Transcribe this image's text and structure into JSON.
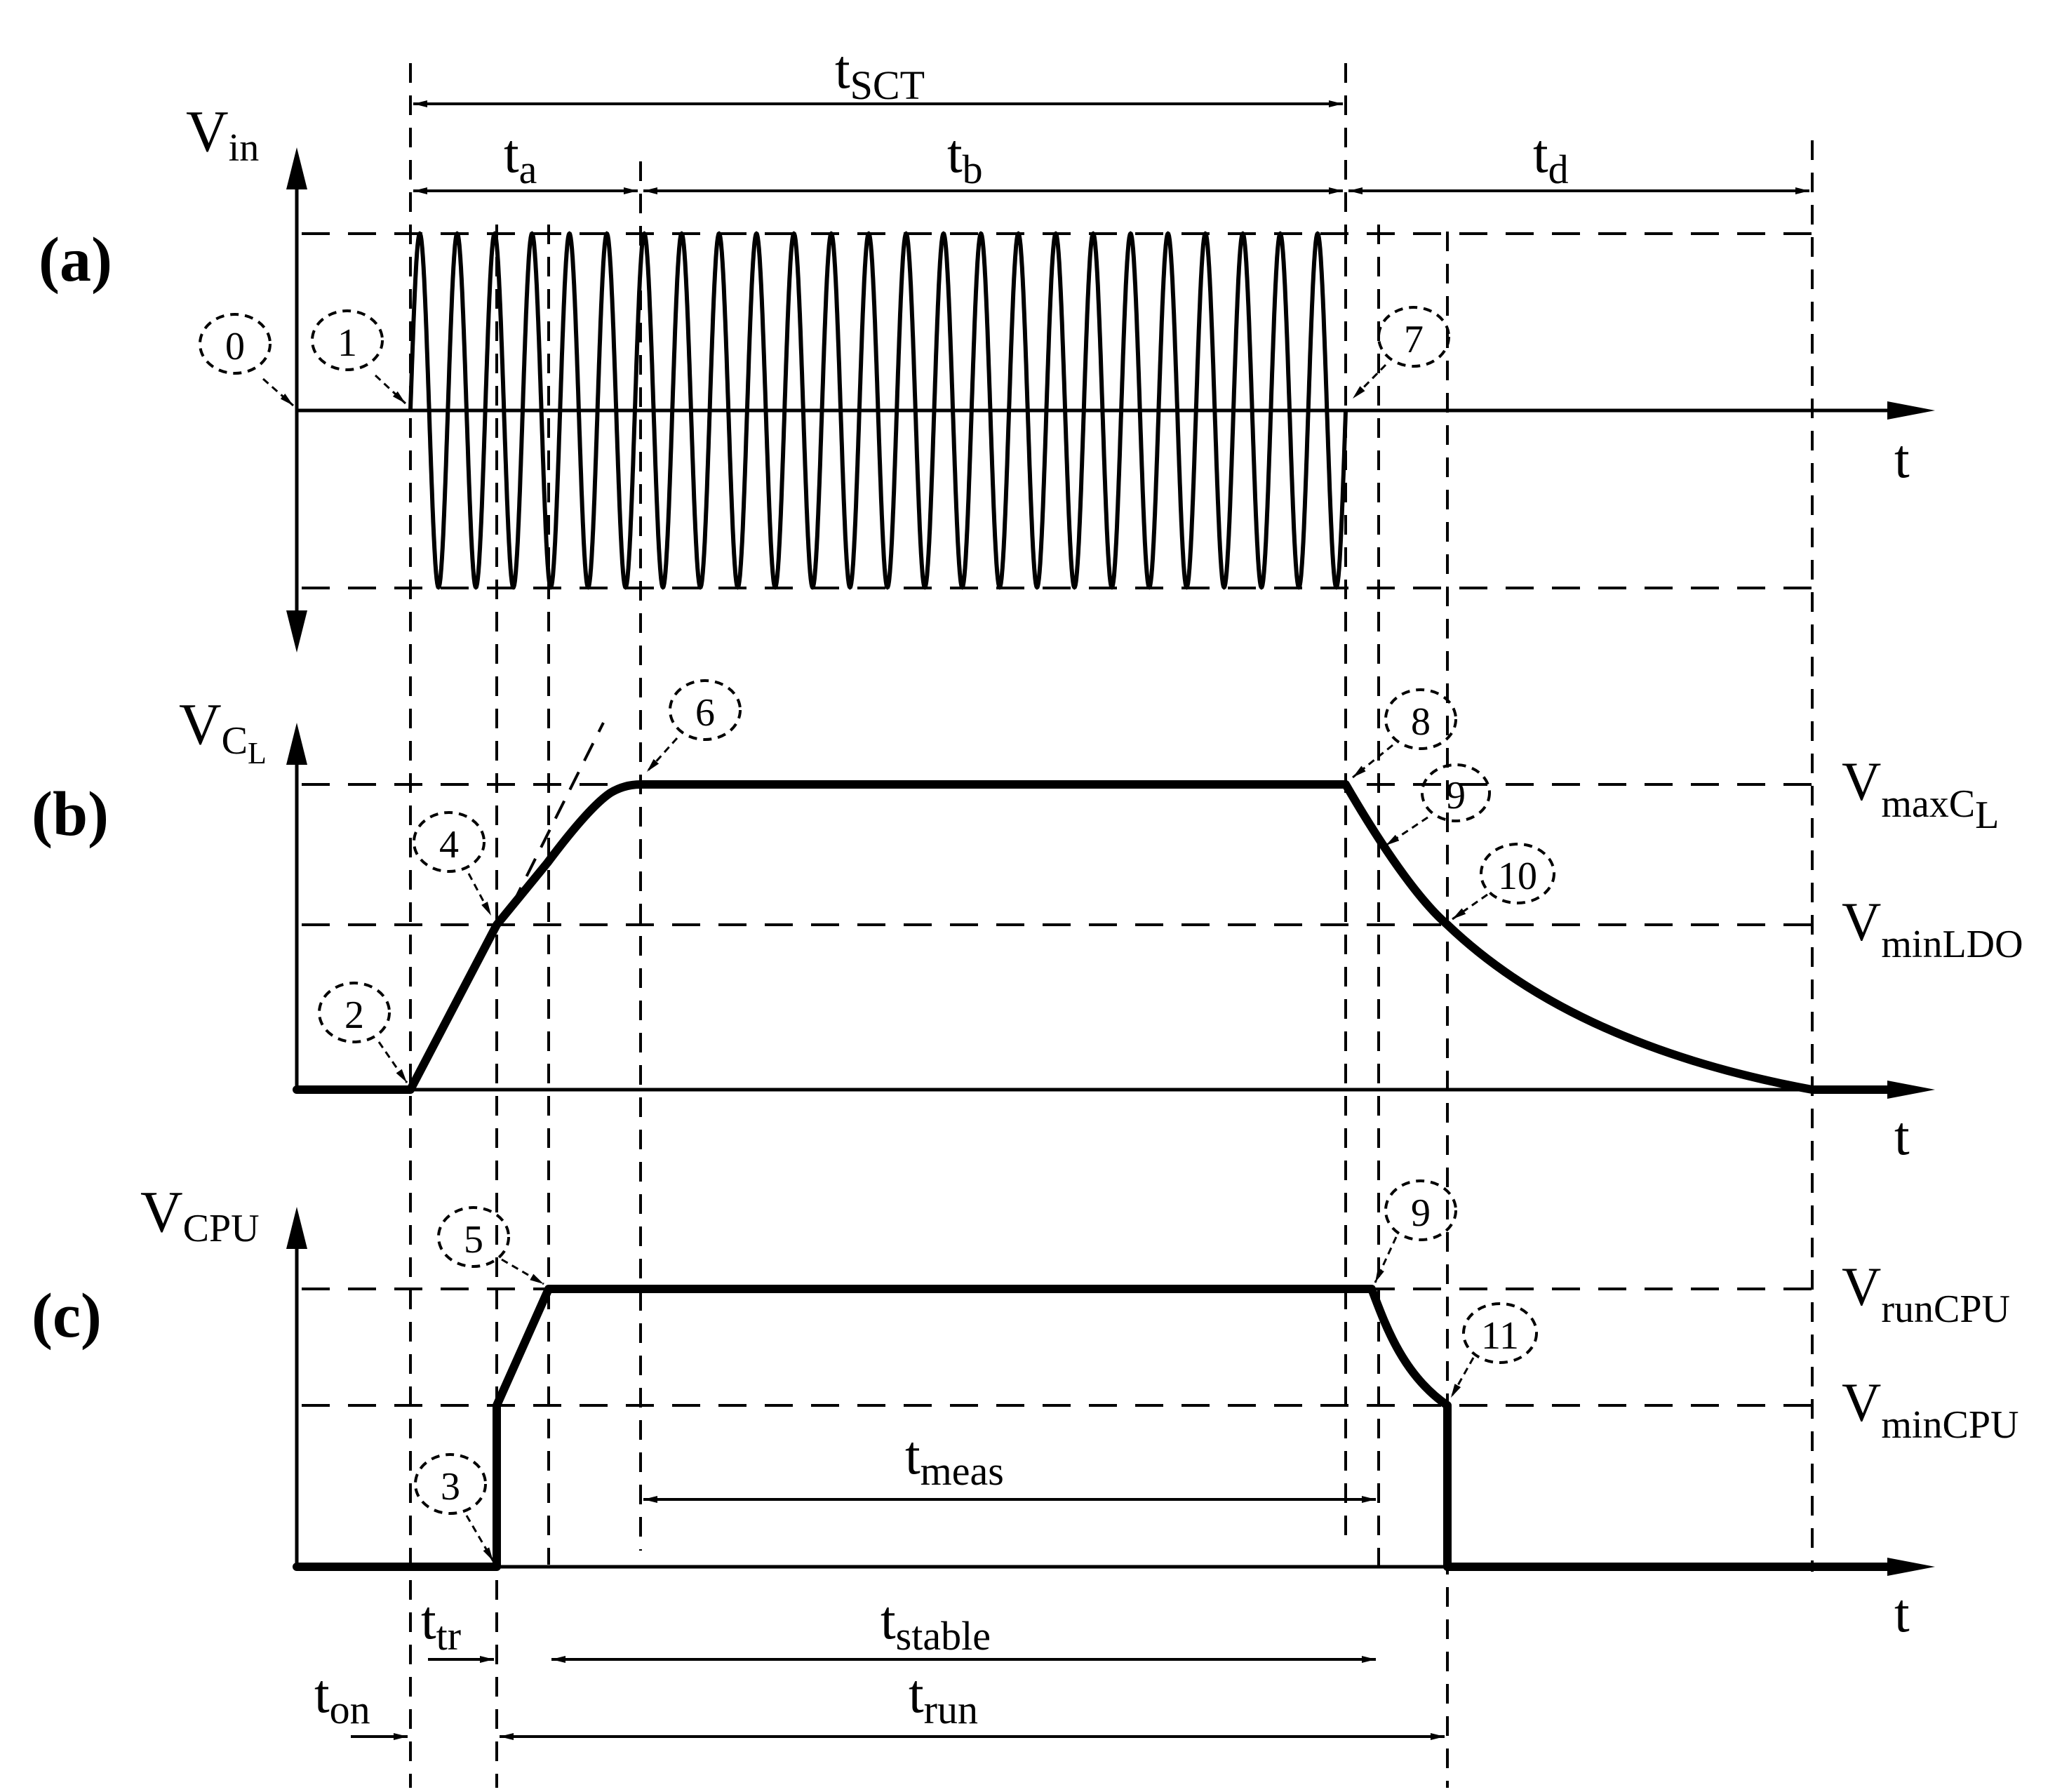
{
  "panels": {
    "a": {
      "tag": "(a)",
      "ylabel_main": "V",
      "ylabel_sub": "in",
      "xlabel": "t"
    },
    "b": {
      "tag": "(b)",
      "ylabel_main": "V",
      "ylabel_sub": "C",
      "ylabel_subsub": "L",
      "xlabel": "t",
      "level_high_main": "V",
      "level_high_sub": "maxC",
      "level_high_subsub": "L",
      "level_low_main": "V",
      "level_low_sub": "minLDO"
    },
    "c": {
      "tag": "(c)",
      "ylabel_main": "V",
      "ylabel_sub": "CPU",
      "xlabel": "t",
      "level_high_main": "V",
      "level_high_sub": "runCPU",
      "level_low_main": "V",
      "level_low_sub": "minCPU"
    }
  },
  "intervals": {
    "t_sct": {
      "main": "t",
      "sub": "SCT"
    },
    "t_a": {
      "main": "t",
      "sub": "a"
    },
    "t_b": {
      "main": "t",
      "sub": "b"
    },
    "t_d": {
      "main": "t",
      "sub": "d"
    },
    "t_meas": {
      "main": "t",
      "sub": "meas"
    },
    "t_tr": {
      "main": "t",
      "sub": "tr"
    },
    "t_stable": {
      "main": "t",
      "sub": "stable"
    },
    "t_on": {
      "main": "t",
      "sub": "on"
    },
    "t_run": {
      "main": "t",
      "sub": "run"
    }
  },
  "markers": {
    "m0": "0",
    "m1": "1",
    "m2": "2",
    "m3": "3",
    "m4": "4",
    "m5": "5",
    "m6": "6",
    "m7": "7",
    "m8": "8",
    "m9b": "9",
    "m9c": "9",
    "m10": "10",
    "m11": "11"
  }
}
